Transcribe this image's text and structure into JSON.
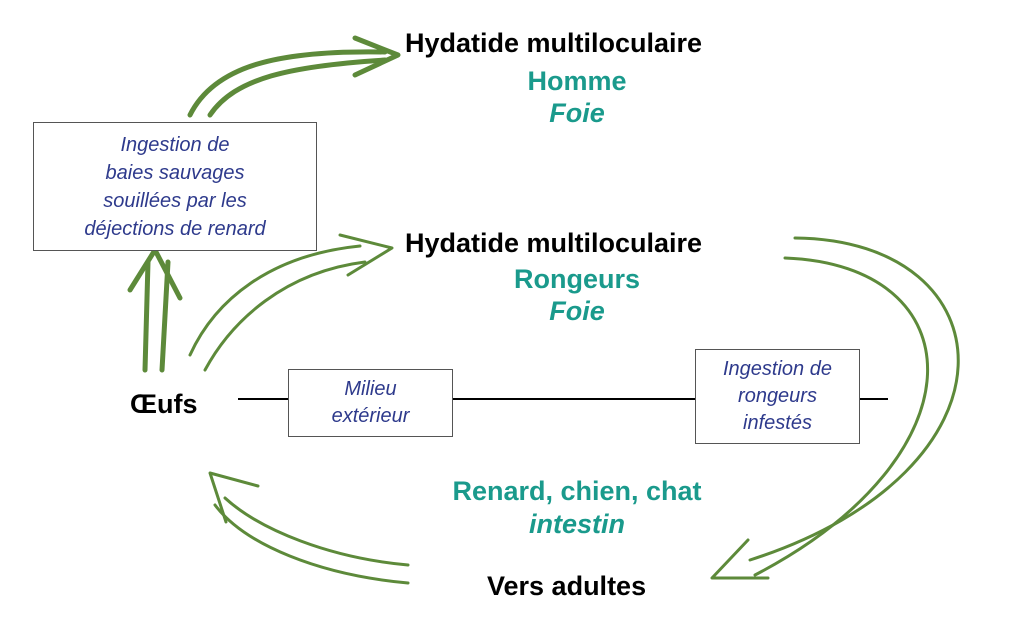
{
  "colors": {
    "arrow": "#5d8a3a",
    "teal": "#1a9a8c",
    "box_text": "#2e3a8c"
  },
  "top_host": {
    "title": "Hydatide multiloculaire",
    "host": "Homme",
    "organ": "Foie"
  },
  "mid_host": {
    "title": "Hydatide multiloculaire",
    "host": "Rongeurs",
    "organ": "Foie"
  },
  "def_host": {
    "host": "Renard, chien, chat",
    "organ": "intestin"
  },
  "eggs": "Œufs",
  "adults": "Vers adultes",
  "box_berries": [
    "Ingestion de",
    "baies sauvages",
    "souillées par les",
    "déjections de renard"
  ],
  "box_env": [
    "Milieu",
    "extérieur"
  ],
  "box_rodents": [
    "Ingestion de",
    "rongeurs",
    "infestés"
  ]
}
